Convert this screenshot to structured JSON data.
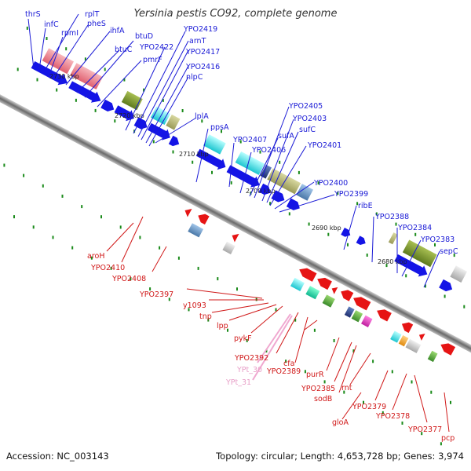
{
  "title": "Yersinia pestis CO92, complete genome",
  "footer": {
    "accession": "Accession: NC_003143",
    "summary": "Topology: circular; Length: 4,653,728 bp; Genes: 3,974"
  },
  "scale_labels": [
    "2730 kbp",
    "2720 kbp",
    "2710 kbp",
    "2700 kbp",
    "2690 kbp",
    "2680 kbp"
  ],
  "top_labels": [
    "thrS",
    "infC",
    "rpmI",
    "rplT",
    "pheS",
    "ihfA",
    "btuC",
    "btuD",
    "pmrF",
    "YPO2422",
    "YPO2419",
    "arnT",
    "YPO2417",
    "YPO2416",
    "nlpC",
    "lplA",
    "ppsA",
    "YPO2407",
    "YPO2406",
    "sufA",
    "YPO2405",
    "YPO2403",
    "sufC",
    "YPO2401",
    "YPO2400",
    "YPO2399",
    "ribE",
    "YPO2388",
    "YPO2384",
    "YPO2383",
    "sepC"
  ],
  "bottom_labels": [
    "aroH",
    "YPO2410",
    "YPO2408",
    "YPO2397",
    "y1093",
    "tnp",
    "lpp",
    "pykF",
    "YPO2392",
    "YPO2389",
    "cfa",
    "purR",
    "YPO2385",
    "sodB",
    "rnt",
    "gloA",
    "YPO2379",
    "YPO2378",
    "YPO2377",
    "pcp"
  ],
  "pink_labels": [
    "YPt_30",
    "YPt_31"
  ],
  "colors": {
    "top_label": "#1a1ad6",
    "bottom_label": "#d01818",
    "trna_label": "#e8a0c8",
    "forward_cds": "#1414e6",
    "reverse_cds": "#e61414",
    "backbone": "#8a8a8a"
  }
}
